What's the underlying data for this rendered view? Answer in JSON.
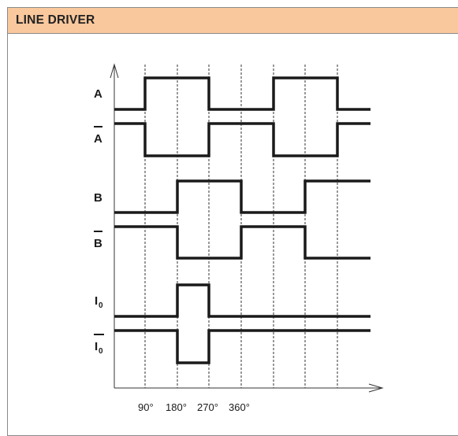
{
  "header": {
    "title": "LINE DRIVER"
  },
  "signals": [
    {
      "name": "A",
      "sub": "",
      "bar": false
    },
    {
      "name": "A",
      "sub": "",
      "bar": true
    },
    {
      "name": "B",
      "sub": "",
      "bar": false
    },
    {
      "name": "B",
      "sub": "",
      "bar": true
    },
    {
      "name": "I",
      "sub": "0",
      "bar": false
    },
    {
      "name": "I",
      "sub": "0",
      "bar": true
    }
  ],
  "angle_labels": [
    "90°",
    "180°",
    "270°",
    "360°"
  ],
  "colors": {
    "header_bg": "#f9c89c",
    "line": "#1a1a1a",
    "grid": "#333333"
  }
}
